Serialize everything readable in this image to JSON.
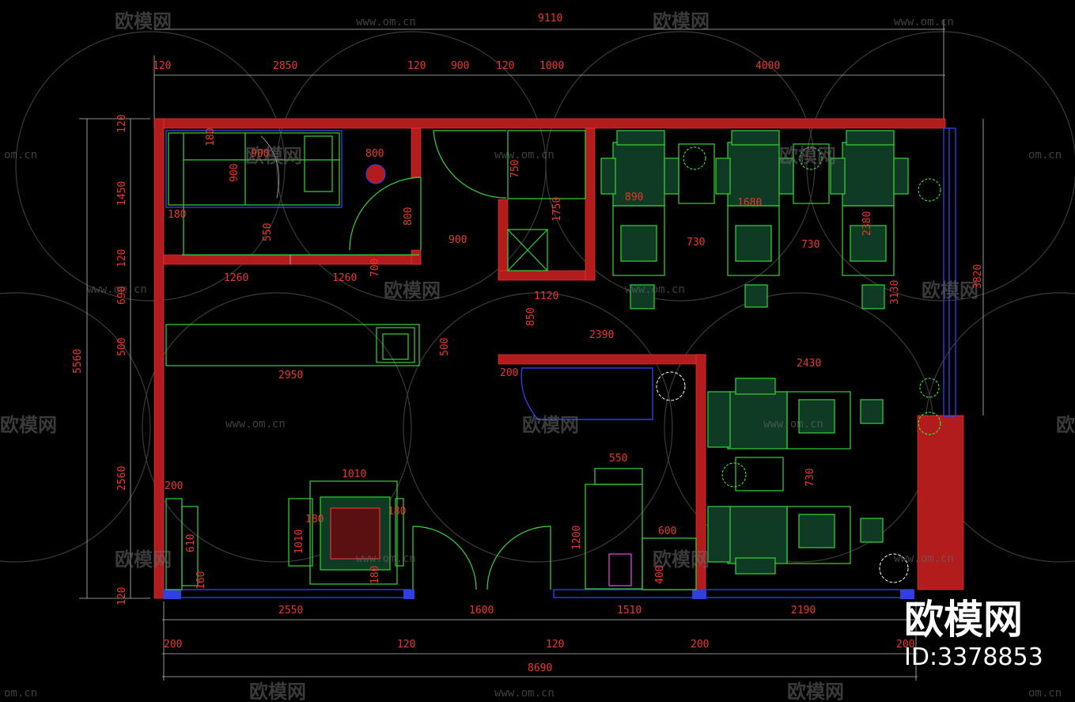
{
  "plan": {
    "dimensions_top": [
      "9110",
      "120",
      "2850",
      "120",
      "900",
      "120",
      "1000",
      "4000"
    ],
    "dimensions_left": [
      "120",
      "1450",
      "120",
      "690",
      "500",
      "5560",
      "2560",
      "120"
    ],
    "dimensions_bottom_row1": [
      "2550",
      "1600",
      "1510",
      "2190"
    ],
    "dimensions_bottom_row2": [
      "200",
      "120",
      "120",
      "200",
      "200"
    ],
    "dimensions_bottom_total": "8690",
    "dimensions_interior": {
      "d180a": "180",
      "d900a": "900",
      "d900b": "900",
      "d800a": "800",
      "d800b": "800",
      "d750": "750",
      "d1750": "1750",
      "d550a": "550",
      "d900c": "900",
      "d180b": "180",
      "d1260a": "1260",
      "d1260b": "1260",
      "d700": "700",
      "d1120": "1120",
      "d850": "850",
      "d2390": "2390",
      "d500": "500",
      "d2950": "2950",
      "d890": "890",
      "d1680": "1680",
      "d2380": "2380",
      "d730a": "730",
      "d730b": "730",
      "d3130": "3130",
      "d3820": "3820",
      "d2430": "2430",
      "d200a": "200",
      "d550b": "550",
      "d600": "600",
      "d1200": "1200",
      "d400": "400",
      "d730c": "730",
      "d1010a": "1010",
      "d1010b": "1010",
      "d180c": "180",
      "d180d": "180",
      "d180e": "180",
      "d200b": "200",
      "d610": "610",
      "d160": "160"
    }
  },
  "watermark": {
    "brand": "欧模网",
    "url": "www.om.cn",
    "url_short": "om.cn"
  },
  "brand_stamp": {
    "title": "欧模网",
    "id": "ID:3378853"
  },
  "colors": {
    "wall": "#b21c1c",
    "furniture": "#35d435",
    "dimension_text": "#e8382a",
    "window": "#2f3fe0"
  }
}
